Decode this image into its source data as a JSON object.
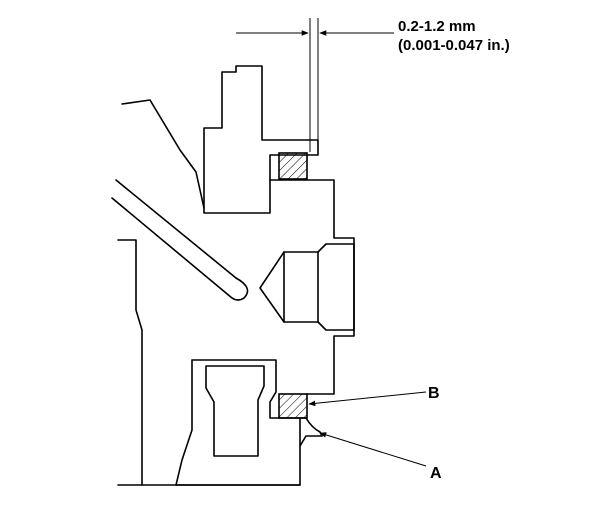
{
  "dimension": {
    "line1": "0.2-1.2 mm",
    "line2": "(0.001-0.047 in.)"
  },
  "callouts": {
    "a": "A",
    "b": "B"
  },
  "colors": {
    "line": "#000000",
    "background": "#ffffff"
  }
}
